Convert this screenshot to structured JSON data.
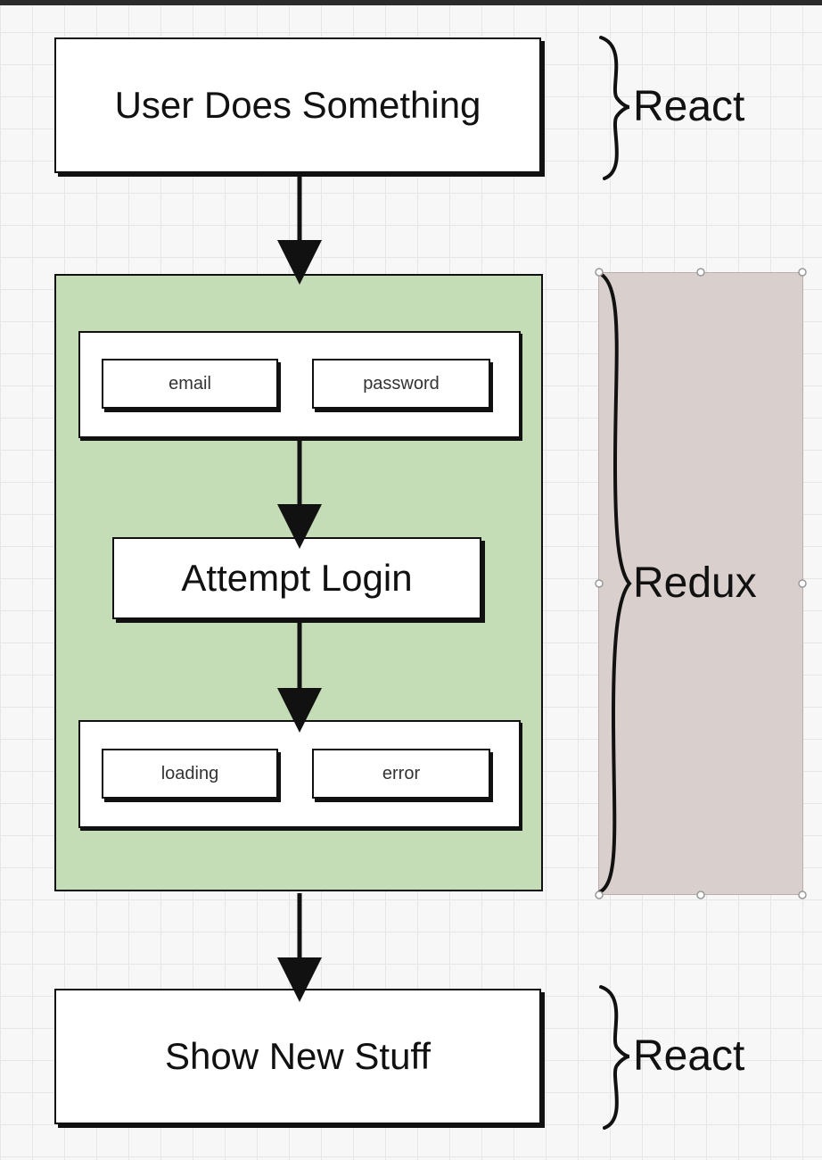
{
  "diagram": {
    "top_step": "User Does Something",
    "form_fields": [
      "email",
      "password"
    ],
    "middle_step": "Attempt Login",
    "status_fields": [
      "loading",
      "error"
    ],
    "bottom_step": "Show New Stuff",
    "brace_labels": {
      "top": "React",
      "middle": "Redux",
      "bottom": "React"
    }
  },
  "colors": {
    "redux_panel": "#c5ddb6",
    "selection_panel": "#d9cfcd",
    "line": "#111111"
  }
}
